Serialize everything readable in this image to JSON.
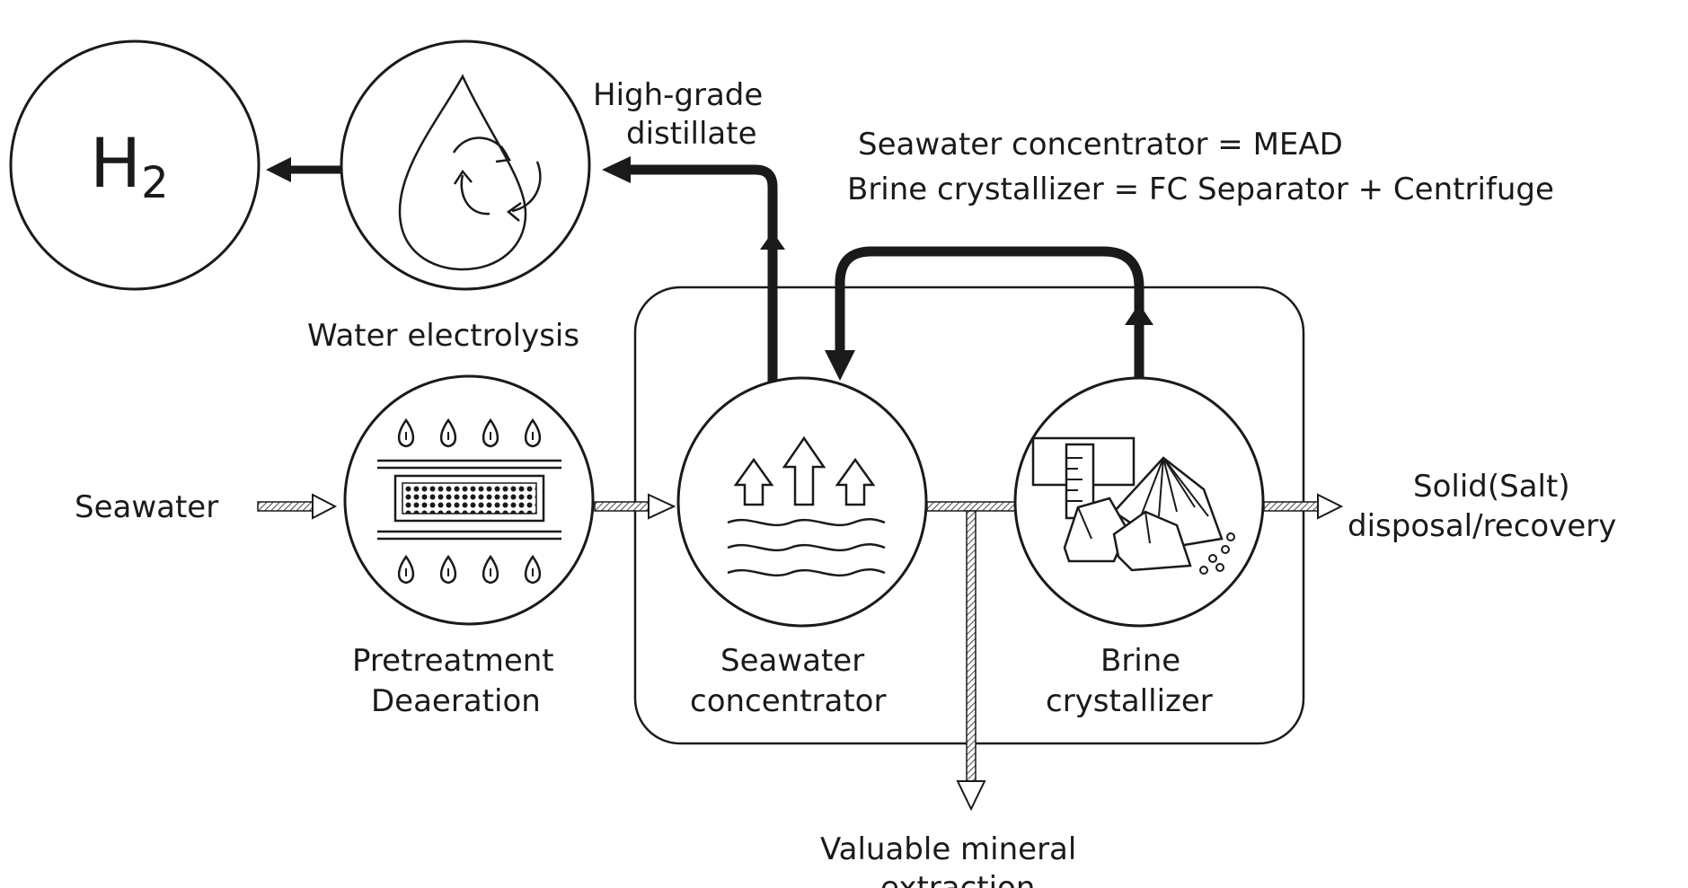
{
  "nodes": {
    "h2": {
      "base": "H",
      "sub": "2"
    },
    "electrolysis": {
      "label": "Water electrolysis"
    },
    "pretreatment": {
      "line1": "Pretreatment",
      "line2": "Deaeration"
    },
    "concentrator": {
      "line1": "Seawater",
      "line2": "concentrator"
    },
    "crystallizer": {
      "line1": "Brine",
      "line2": "crystallizer"
    }
  },
  "flows": {
    "distillate": {
      "line1": "High-grade",
      "line2": "distillate"
    },
    "seawater_in": "Seawater",
    "solid_out": {
      "line1": "Solid(Salt)",
      "line2": "disposal/recovery"
    },
    "mineral": {
      "line1": "Valuable mineral",
      "line2": "extraction"
    }
  },
  "legend": {
    "line1": "Seawater concentrator = MEAD",
    "line2": "Brine crystallizer = FC Separator + Centrifuge"
  },
  "icons": [
    "h2-symbol",
    "water-drop-cycle-icon",
    "filter-droplets-icon",
    "evaporation-arrows-icon",
    "salt-crystal-icon"
  ],
  "colors": {
    "line": "#1a1a1a",
    "hatch": "#888888",
    "background": "#ffffff"
  }
}
